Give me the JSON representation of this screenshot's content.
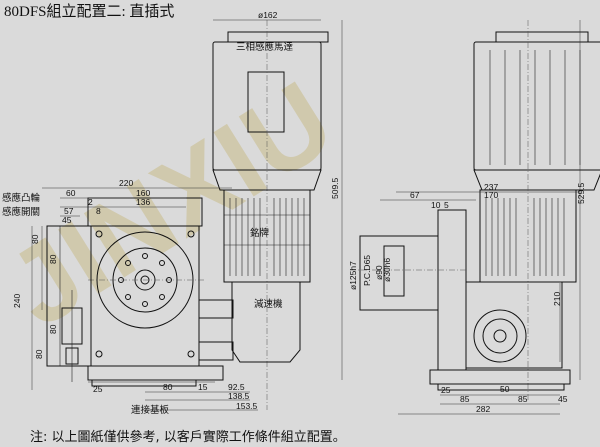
{
  "title": "80DFS組立配置二: 直插式",
  "watermark": "JINXIU",
  "note": "注: 以上圖紙僅供參考, 以客戶實際工作條件組立配置。",
  "labels": {
    "motor": "三相感應馬達",
    "reducer": "減速機",
    "cam_sensor": "感應凸輪",
    "sensor_switch": "感應開關",
    "plate": "連接基板",
    "rating": "銘牌"
  },
  "dims_left": {
    "d162": "ø162",
    "d220": "220",
    "d60": "60",
    "d160": "160",
    "d2": "2",
    "d136": "136",
    "d57": "57",
    "d8": "8",
    "d45": "45",
    "d80a": "80",
    "d80b": "80",
    "d80c": "80",
    "d240": "240",
    "d25": "25",
    "d80d": "80",
    "d15": "15",
    "d92_5": "92.5",
    "d138_5": "138.5",
    "d153_5": "153.5",
    "d509_5": "509.5"
  },
  "dims_right": {
    "d237": "237",
    "d67": "67",
    "d170": "170",
    "d10": "10",
    "d5": "5",
    "d125": "ø125h7",
    "d165": "P.C.D65",
    "d90": "ø90",
    "d30": "ø30h6",
    "d210": "210",
    "d529_5": "529.5",
    "d25r": "25",
    "d50": "50",
    "d85a": "85",
    "d85b": "85",
    "d45r": "45",
    "d282": "282"
  }
}
